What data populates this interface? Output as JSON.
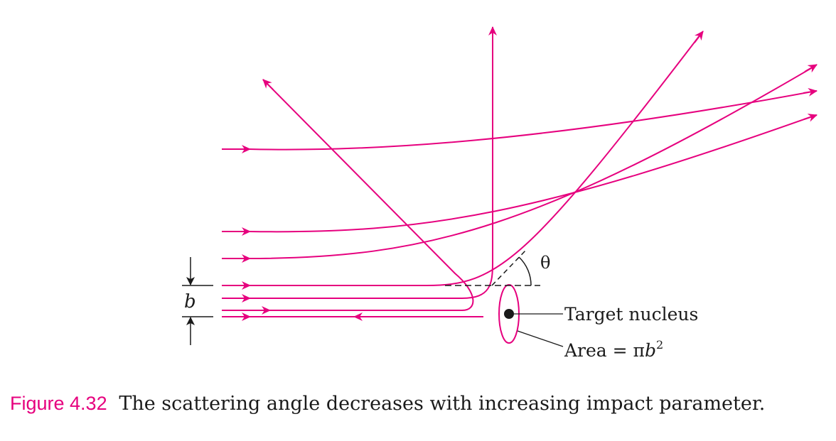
{
  "colors": {
    "trajectory": "#e6007e",
    "ink": "#1a1a1a"
  },
  "labels": {
    "impact_parameter": "b",
    "angle": "θ",
    "target": "Target nucleus",
    "area_prefix": "Area = π",
    "area_var": "b",
    "area_exp": "2"
  },
  "caption": {
    "figure_number": "Figure 4.32",
    "text": "The scattering angle decreases with increasing impact parameter."
  }
}
